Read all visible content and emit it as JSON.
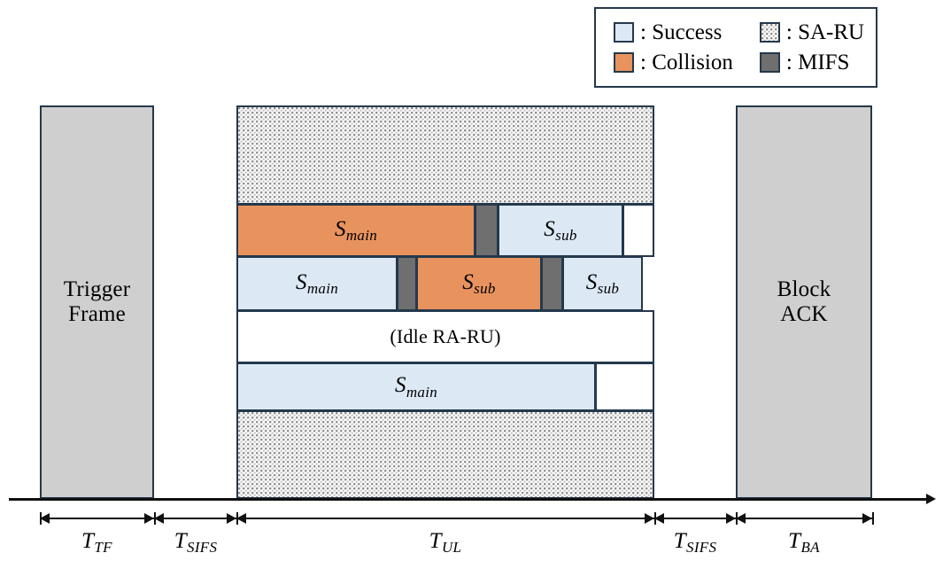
{
  "legend": {
    "items": [
      {
        "icon": "swatch-success",
        "fill": "#dce9f5",
        "label": ": Success"
      },
      {
        "icon": "swatch-sa-ru",
        "fill": "dotted",
        "label": ": SA-RU"
      },
      {
        "icon": "swatch-collision",
        "fill": "#e8935e",
        "label": ": Collision"
      },
      {
        "icon": "swatch-mifs",
        "fill": "dashed",
        "label": ": MIFS"
      }
    ]
  },
  "frames": {
    "trigger_frame": "Trigger\nFrame",
    "trigger_frame_line1": "Trigger",
    "trigger_frame_line2": "Frame",
    "block_ack_line1": "Block",
    "block_ack_line2": "ACK",
    "idle_ra_ru": "(Idle RA-RU)"
  },
  "ul_rows": [
    {
      "name": "sa-ru-top",
      "segments": [
        {
          "type": "sa-ru",
          "label": ""
        }
      ]
    },
    {
      "name": "ra-ru-1",
      "segments": [
        {
          "type": "collision",
          "label_base": "S",
          "label_sub": "main"
        },
        {
          "type": "mifs",
          "label_base": "",
          "label_sub": ""
        },
        {
          "type": "success",
          "label_base": "S",
          "label_sub": "sub"
        },
        {
          "type": "idle",
          "label_base": "",
          "label_sub": ""
        }
      ]
    },
    {
      "name": "ra-ru-2",
      "segments": [
        {
          "type": "success",
          "label_base": "S",
          "label_sub": "main"
        },
        {
          "type": "mifs",
          "label_base": "",
          "label_sub": ""
        },
        {
          "type": "collision",
          "label_base": "S",
          "label_sub": "sub"
        },
        {
          "type": "mifs",
          "label_base": "",
          "label_sub": ""
        },
        {
          "type": "success",
          "label_base": "S",
          "label_sub": "sub"
        }
      ]
    },
    {
      "name": "ra-ru-3",
      "segments": [
        {
          "type": "idle",
          "label": "(Idle RA-RU)"
        }
      ]
    },
    {
      "name": "ra-ru-4",
      "segments": [
        {
          "type": "success",
          "label_base": "S",
          "label_sub": "main"
        },
        {
          "type": "idle",
          "label_base": "",
          "label_sub": ""
        }
      ]
    },
    {
      "name": "sa-ru-bottom",
      "segments": [
        {
          "type": "sa-ru",
          "label": ""
        }
      ]
    }
  ],
  "timeline": {
    "intervals": [
      {
        "name": "t-tf",
        "base": "T",
        "sub": "TF"
      },
      {
        "name": "t-sifs-1",
        "base": "T",
        "sub": "SIFS"
      },
      {
        "name": "t-ul",
        "base": "T",
        "sub": "UL"
      },
      {
        "name": "t-sifs-2",
        "base": "T",
        "sub": "SIFS"
      },
      {
        "name": "t-ba",
        "base": "T",
        "sub": "BA"
      }
    ]
  },
  "colors": {
    "success": "#dce9f5",
    "collision": "#e8935e",
    "frame_gray": "#cfcfcf",
    "stroke": "#24384c",
    "axis": "#111111"
  }
}
